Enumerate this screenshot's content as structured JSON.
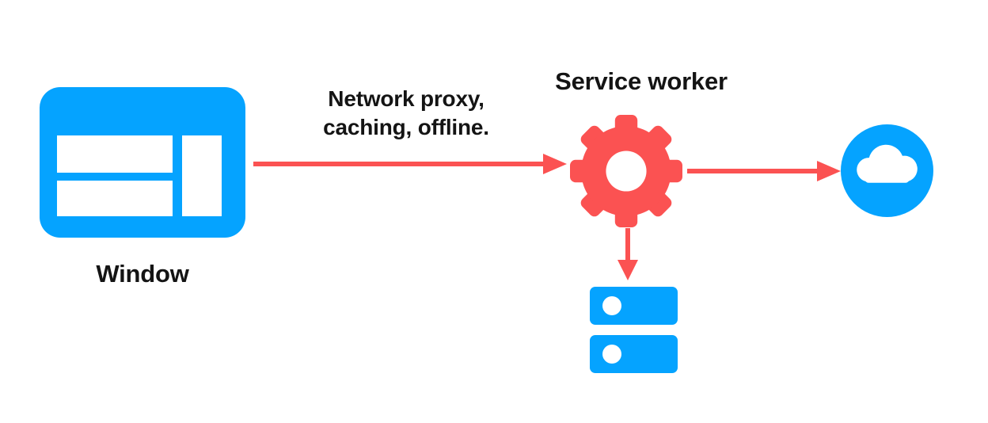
{
  "diagram": {
    "title": "Service worker network proxy diagram",
    "background_color": "#ffffff",
    "colors": {
      "blue": "#05A3FF",
      "red": "#FB5252",
      "text": "#141414",
      "white": "#ffffff"
    },
    "nodes": {
      "window": {
        "label": "Window",
        "icon": "browser-window-icon",
        "color": "#05A3FF"
      },
      "service_worker": {
        "label": "Service worker",
        "icon": "gear-icon",
        "color": "#FB5252"
      },
      "cloud": {
        "label": "",
        "icon": "cloud-icon",
        "color": "#05A3FF"
      },
      "storage": {
        "label": "",
        "icon": "storage-database-icon",
        "color": "#05A3FF"
      }
    },
    "edges": {
      "window_to_service_worker": {
        "label_line_1": "Network proxy,",
        "label_line_2": "caching, offline.",
        "color": "#FB5252",
        "direction": "right"
      },
      "service_worker_to_cloud": {
        "label": "",
        "color": "#FB5252",
        "direction": "right"
      },
      "service_worker_to_storage": {
        "label": "",
        "color": "#FB5252",
        "direction": "down"
      }
    }
  }
}
